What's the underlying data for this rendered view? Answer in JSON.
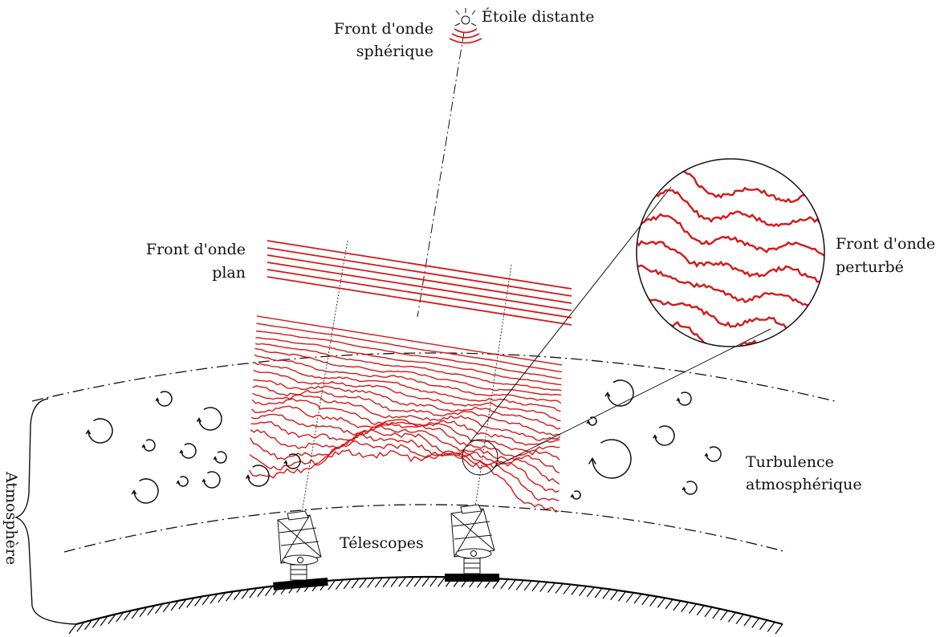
{
  "labels": {
    "star": "Étoile distante",
    "spherical_front_line1": "Front d'onde",
    "spherical_front_line2": "sphérique",
    "plane_front_line1": "Front d'onde",
    "plane_front_line2": "plan",
    "perturbed_front_line1": "Front d'onde",
    "perturbed_front_line2": "perturbé",
    "turbulence_line1": "Turbulence",
    "turbulence_line2": "atmosphérique",
    "telescopes": "Télescopes",
    "atmosphere": "Atmosphère"
  },
  "colors": {
    "wavefront": "#d41818",
    "ink": "#111111",
    "ground": "#000000"
  },
  "icons": [
    "star-icon",
    "telescope-icon",
    "eddy-icon"
  ]
}
